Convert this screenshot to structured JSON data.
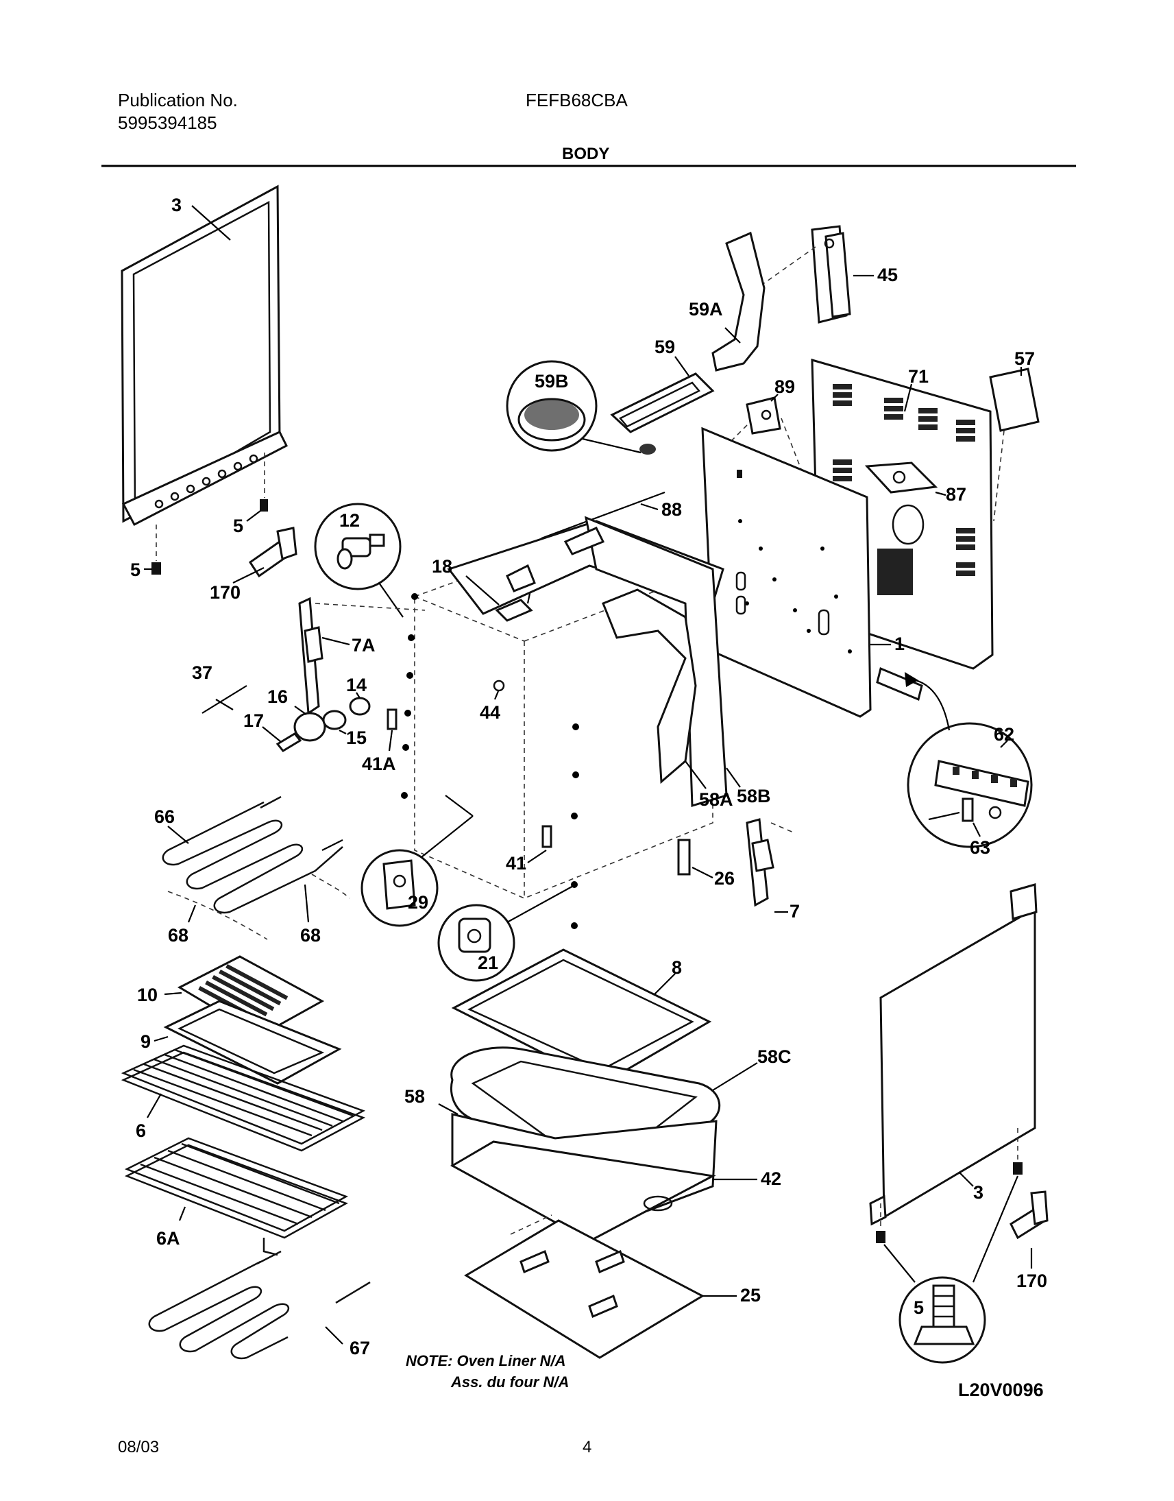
{
  "header": {
    "publication_label": "Publication No.",
    "publication_number": "5995394185",
    "model": "FEFB68CBA",
    "section_title": "BODY"
  },
  "callouts": {
    "c3_top": "3",
    "c45": "45",
    "c59a": "59A",
    "c59": "59",
    "c59b": "59B",
    "c57": "57",
    "c71": "71",
    "c89": "89",
    "c87": "87",
    "c88": "88",
    "c12": "12",
    "c5a": "5",
    "c5b": "5",
    "c170_top": "170",
    "c18": "18",
    "c7a": "7A",
    "c37": "37",
    "c14": "14",
    "c16": "16",
    "c17": "17",
    "c15": "15",
    "c44": "44",
    "c1": "1",
    "c41a": "41A",
    "c62": "62",
    "c58a": "58A",
    "c58b": "58B",
    "c63": "63",
    "c66": "66",
    "c41": "41",
    "c26": "26",
    "c7": "7",
    "c29": "29",
    "c68a": "68",
    "c68b": "68",
    "c21": "21",
    "c8": "8",
    "c10": "10",
    "c9": "9",
    "c58c": "58C",
    "c6": "6",
    "c58": "58",
    "c42": "42",
    "c3_bottom": "3",
    "c6a": "6A",
    "c25": "25",
    "c5c": "5",
    "c170_bottom": "170",
    "c67": "67"
  },
  "note": {
    "line1": "NOTE: Oven Liner N/A",
    "line2": "Ass. du four N/A"
  },
  "diagram_code": "L20V0096",
  "footer": {
    "date": "08/03",
    "page": "4"
  }
}
